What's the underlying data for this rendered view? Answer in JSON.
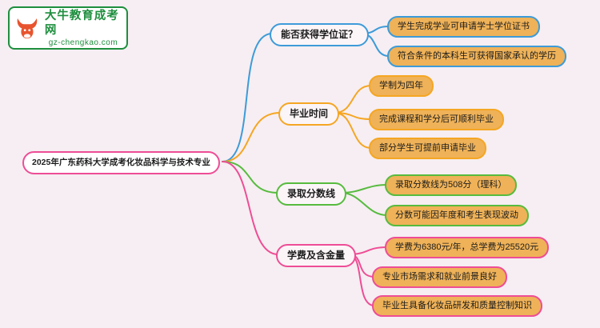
{
  "page": {
    "background": "#f6eef2"
  },
  "logo": {
    "title": "大牛教育成考网",
    "subtitle": "gz-chengkao.com",
    "brand_color": "#1e8e3e",
    "icon": "bull-icon",
    "icon_color": "#e8542e"
  },
  "root": {
    "label": "2025年广东药科大学成考化妆品科学与技术专业",
    "color": "#ee4d96"
  },
  "leaf_bg": "#efb258",
  "branches": [
    {
      "label": "能否获得学位证？",
      "color": "#3d9bd9",
      "children": [
        "学生完成学业可申请学士学位证书",
        "符合条件的本科生可获得国家承认的学历"
      ]
    },
    {
      "label": "毕业时间",
      "color": "#f5a623",
      "children": [
        "学制为四年",
        "完成课程和学分后可顺利毕业",
        "部分学生可提前申请毕业"
      ]
    },
    {
      "label": "录取分数线",
      "color": "#57bb3f",
      "children": [
        "录取分数线为508分（理科）",
        "分数可能因年度和考生表现波动"
      ]
    },
    {
      "label": "学费及含金量",
      "color": "#ee4d96",
      "children": [
        "学费为6380元/年，总学费为25520元",
        "专业市场需求和就业前景良好",
        "毕业生具备化妆品研发和质量控制知识"
      ]
    }
  ]
}
